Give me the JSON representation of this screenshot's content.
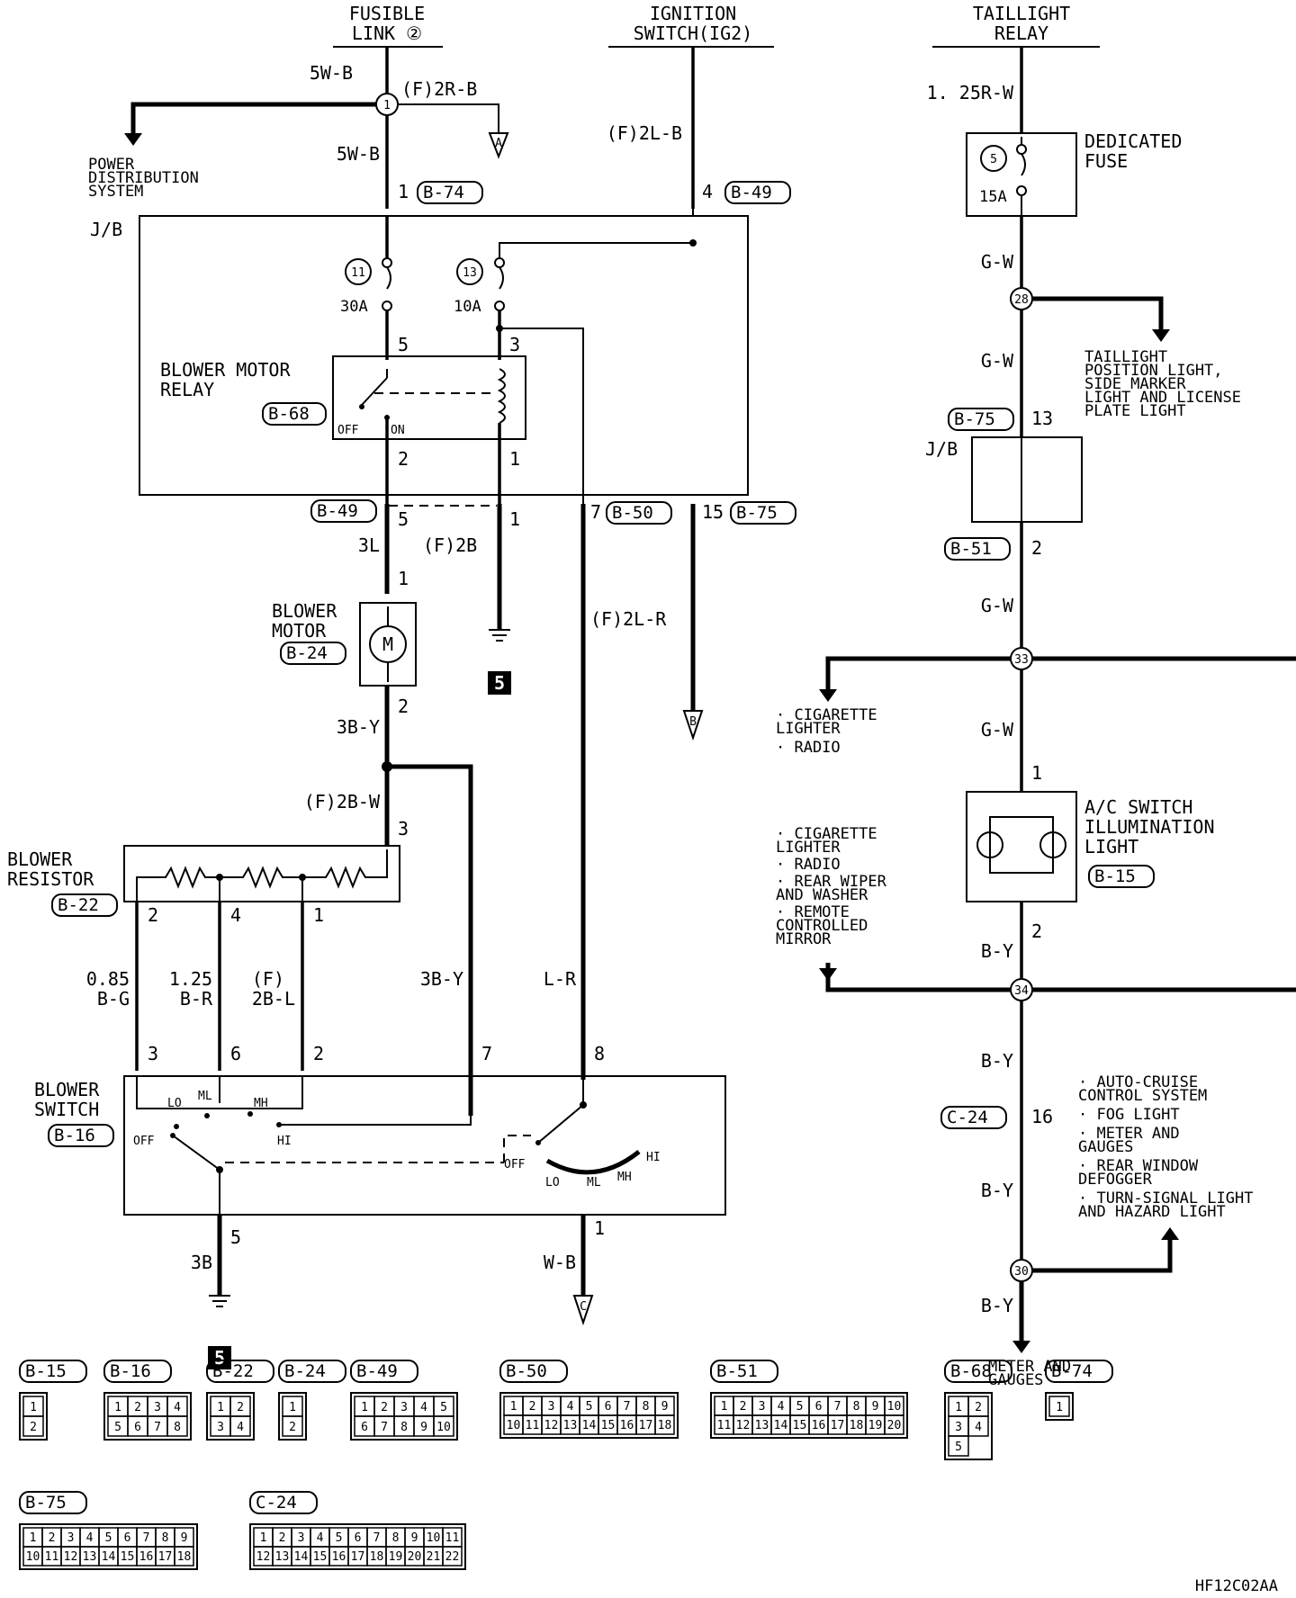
{
  "fusible_link": {
    "line1": "FUSIBLE",
    "line2": "LINK ②"
  },
  "ignition_switch": {
    "line1": "IGNITION",
    "line2": "SWITCH(IG2)"
  },
  "taillight_relay": {
    "line1": "TAILLIGHT",
    "line2": "RELAY"
  },
  "wires": {
    "w_5wb_top": "5W-B",
    "w_f2rb": "(F)2R-B",
    "w_5wb": "5W-B",
    "w_f2lb": "(F)2L-B",
    "w_3l": "3L",
    "w_f2b": "(F)2B",
    "w_f2lr": "(F)2L-R",
    "w_3by": "3B-Y",
    "w_f2bw": "(F)2B-W",
    "w_085": "0.85",
    "w_bg": "B-G",
    "w_125": "1.25",
    "w_br": "B-R",
    "w_f": "(F)",
    "w_2bl": "2B-L",
    "w_3by2": "3B-Y",
    "w_lr": "L-R",
    "w_3b": "3B",
    "w_wb": "W-B",
    "r_125rw": "1. 25R-W",
    "r_gw1": "G-W",
    "r_gw2": "G-W",
    "r_gw3": "G-W",
    "r_gw4": "G-W",
    "r_by1": "B-Y",
    "r_by2": "B-Y",
    "r_by3": "B-Y",
    "r_by4": "B-Y"
  },
  "pins": {
    "p1": "1",
    "p4": "4",
    "p5a": "5",
    "p3a": "3",
    "p2a": "2",
    "p1a": "1",
    "p5b": "5",
    "p1b": "1",
    "p7": "7",
    "p15": "15",
    "p1c": "1",
    "p2b": "2",
    "p3b": "3",
    "p2c": "2",
    "p4b": "4",
    "p1d": "1",
    "p3c": "3",
    "p6": "6",
    "p2d": "2",
    "p7b": "7",
    "p8": "8",
    "p5c": "5",
    "p1e": "1",
    "r13": "13",
    "r2": "2",
    "r1": "1",
    "r2b": "2",
    "r16": "16"
  },
  "connectors": {
    "b74": "B-74",
    "b49": "B-49",
    "b68": "B-68",
    "b49b": "B-49",
    "b50": "B-50",
    "b75": "B-75",
    "b24": "B-24",
    "b22": "B-22",
    "b16": "B-16",
    "b75r": "B-75",
    "b51r": "B-51",
    "b15r": "B-15",
    "c24r": "C-24"
  },
  "labels": {
    "power_dist": [
      "POWER",
      "DISTRIBUTION",
      "SYSTEM"
    ],
    "jb": "J/B",
    "jb2": "J/B",
    "fuse11": "11",
    "fuse11a": "30A",
    "fuse13": "13",
    "fuse13a": "10A",
    "relay": [
      "BLOWER MOTOR",
      "RELAY"
    ],
    "off": "OFF",
    "on": "ON",
    "motor": [
      "BLOWER",
      "MOTOR"
    ],
    "resistor": [
      "BLOWER",
      "RESISTOR"
    ],
    "switch": [
      "BLOWER",
      "SWITCH"
    ],
    "sw_lo": "LO",
    "sw_ml": "ML",
    "sw_mh": "MH",
    "sw_hi": "HI",
    "sw_off": "OFF",
    "sw2_off": "OFF",
    "sw2_lo": "LO",
    "sw2_ml": "ML",
    "sw2_mh": "MH",
    "sw2_hi": "HI",
    "ground_num": "5",
    "ground_num2": "5",
    "fuse5": "5",
    "fuse15a": "15A",
    "dedicated": [
      "DEDICATED",
      "FUSE"
    ],
    "taillight_dest": [
      "TAILLIGHT",
      "POSITION LIGHT,",
      "SIDE MARKER",
      "LIGHT AND LICENSE",
      "PLATE LIGHT"
    ],
    "cig_radio": [
      "· CIGARETTE",
      "  LIGHTER",
      "· RADIO"
    ],
    "ac_switch": [
      "A/C SWITCH",
      "ILLUMINATION",
      "LIGHT"
    ],
    "multi": [
      "· CIGARETTE",
      "  LIGHTER",
      "· RADIO",
      "· REAR WIPER",
      "  AND WASHER",
      "· REMOTE",
      "  CONTROLLED",
      "  MIRROR"
    ],
    "auto": [
      "· AUTO-CRUISE",
      "  CONTROL SYSTEM",
      "· FOG LIGHT",
      "· METER AND",
      "  GAUGES",
      "· REAR WINDOW",
      "  DEFOGGER",
      "· TURN-SIGNAL LIGHT",
      "  AND HAZARD LIGHT"
    ],
    "meter": [
      "METER AND",
      "GAUGES"
    ],
    "splice1": "1",
    "splice28": "28",
    "splice33": "33",
    "splice34": "34",
    "splice30": "30",
    "arrow_a": "A",
    "arrow_b": "B",
    "arrow_c": "C"
  },
  "connector_legend": [
    {
      "name": "B-15",
      "pins": [
        "1",
        "2"
      ]
    },
    {
      "name": "B-16",
      "pins": [
        "1",
        "2",
        "3",
        "4",
        "5",
        "6",
        "7",
        "8"
      ]
    },
    {
      "name": "B-22",
      "pins": [
        "1",
        "2",
        "3",
        "4"
      ]
    },
    {
      "name": "B-24",
      "pins": [
        "1",
        "2"
      ]
    },
    {
      "name": "B-49",
      "pins": [
        "1",
        "2",
        "3",
        "4",
        "5",
        "6",
        "7",
        "8",
        "9",
        "10"
      ]
    },
    {
      "name": "B-50",
      "pins": [
        "1",
        "2",
        "3",
        "4",
        "5",
        "6",
        "7",
        "8",
        "9",
        "10",
        "11",
        "12",
        "13",
        "14",
        "15",
        "16",
        "17",
        "18"
      ]
    },
    {
      "name": "B-51",
      "pins": [
        "1",
        "2",
        "3",
        "4",
        "5",
        "6",
        "7",
        "8",
        "9",
        "10",
        "11",
        "12",
        "13",
        "14",
        "15",
        "16",
        "17",
        "18",
        "19",
        "20"
      ]
    },
    {
      "name": "B-68",
      "pins": [
        "1",
        "2",
        "3",
        "4",
        "5"
      ]
    },
    {
      "name": "B-74",
      "pins": [
        "1"
      ]
    },
    {
      "name": "B-75",
      "pins": [
        "1",
        "2",
        "3",
        "4",
        "5",
        "6",
        "7",
        "8",
        "9",
        "10",
        "11",
        "12",
        "13",
        "14",
        "15",
        "16",
        "17",
        "18"
      ]
    },
    {
      "name": "C-24",
      "pins": [
        "1",
        "2",
        "3",
        "4",
        "5",
        "6",
        "7",
        "8",
        "9",
        "10",
        "11",
        "12",
        "13",
        "14",
        "15",
        "16",
        "17",
        "18",
        "19",
        "20",
        "21",
        "22"
      ]
    }
  ],
  "footer": {
    "code": "HF12C02AA"
  }
}
